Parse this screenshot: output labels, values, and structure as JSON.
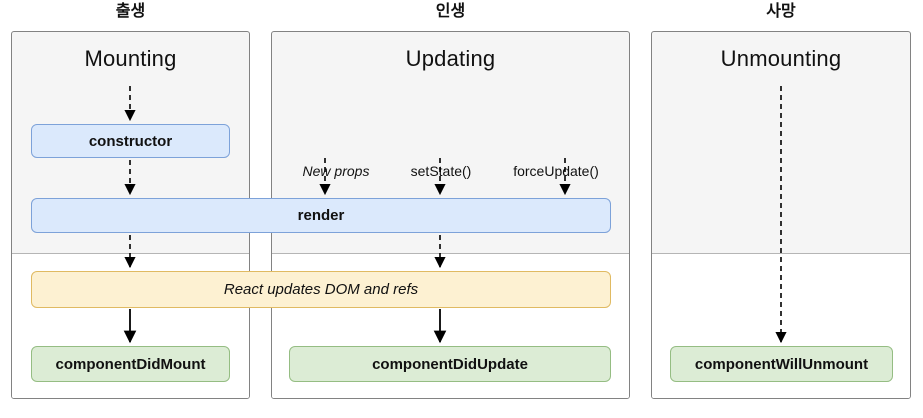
{
  "diagram": {
    "columns": [
      {
        "header": "출생",
        "title": "Mounting"
      },
      {
        "header": "인생",
        "title": "Updating",
        "triggers": [
          "New props",
          "setState()",
          "forceUpdate()"
        ]
      },
      {
        "header": "사망",
        "title": "Unmounting"
      }
    ],
    "boxes": {
      "constructor": "constructor",
      "render": "render",
      "react_updates": "React updates DOM and refs",
      "did_mount": "componentDidMount",
      "did_update": "componentDidUpdate",
      "will_unmount": "componentWillUnmount"
    },
    "colors": {
      "panel_bg_render_phase": "#f5f5f5",
      "panel_bg_commit_phase": "#ffffff",
      "panel_border": "#828282",
      "phase_divider": "#b5b5b5",
      "blue_fill": "#dbe9fc",
      "blue_border": "#7da2d9",
      "yellow_fill": "#fdf1d2",
      "yellow_border": "#e0ba62",
      "green_fill": "#dcecd5",
      "green_border": "#95bd83",
      "arrow": "#000000"
    }
  }
}
